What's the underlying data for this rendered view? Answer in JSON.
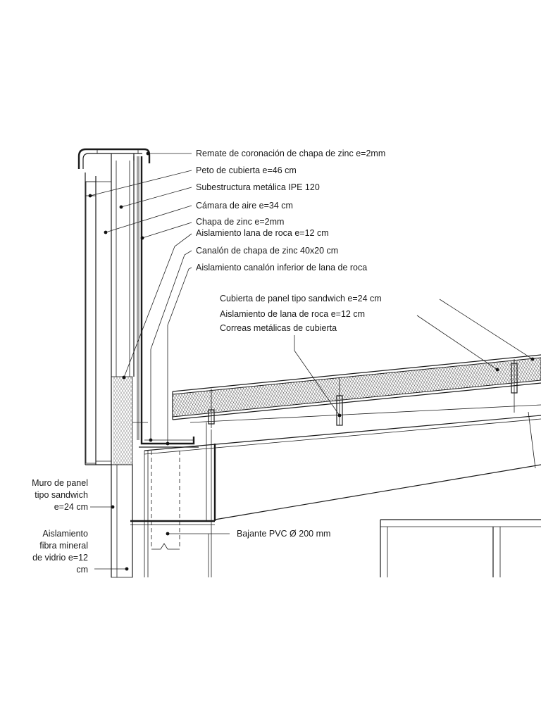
{
  "labels": {
    "remate": "Remate de coronación de chapa de zinc e=2mm",
    "peto": "Peto de cubierta e=46 cm",
    "subestructura": "Subestructura  metálica IPE 120",
    "camara": "Cámara de aire e=34 cm",
    "chapa": "Chapa de zinc e=2mm",
    "aislamiento_lana": "Aislamiento lana de roca e=12 cm",
    "canalon": "Canalón de chapa de zinc 40x20 cm",
    "aislamiento_canalon": "Aislamiento canalón inferior de lana de roca",
    "cubierta_panel": "Cubierta de panel tipo  sandwich e=24 cm",
    "aislamiento_cubierta": "Aislamiento  de lana de roca e=12 cm",
    "correas": "Correas metálicas de cubierta",
    "bajante": "Bajante PVC Ø 200 mm",
    "muro_lines": [
      "Muro de panel",
      "tipo sandwich",
      "e=24 cm"
    ],
    "fibra_lines": [
      "Aislamiento",
      "fibra mineral",
      "de vidrio e=12",
      "cm"
    ]
  }
}
